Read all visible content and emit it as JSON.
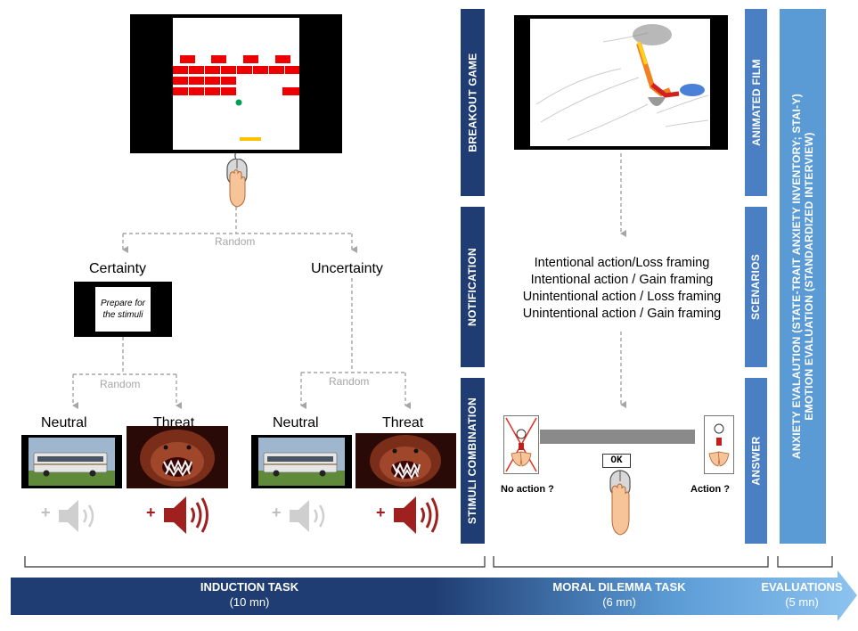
{
  "induction": {
    "random_top": "Random",
    "certainty_label": "Certainty",
    "uncertainty_label": "Uncertainty",
    "notice_text": "Prepare for the stimuli",
    "random_certainty": "Random",
    "random_uncertainty": "Random",
    "neutral_label": "Neutral",
    "threat_label": "Threat",
    "plus": "+"
  },
  "bands": {
    "breakout": "BREAKOUT GAME",
    "notification": "NOTIFICATION",
    "stimuli": "STIMULI COMBINATION",
    "film": "ANIMATED FILM",
    "scenarios": "SCENARIOS",
    "answer": "ANSWER",
    "evaluation_line1": "ANXIETY EVALAUTION (STATE-TRAIT ANXIETY INVENTORY; STAI-Y)",
    "evaluation_line2": "EMOTION EVALUATION (STANDARDIZED INTERVIEW)"
  },
  "moral": {
    "conditions": [
      "Intentional action/Loss framing",
      "Intentional action / Gain framing",
      "Unintentional action / Loss framing",
      "Unintentional action / Gain framing"
    ],
    "ok_label": "OK",
    "no_action_label": "No action ?",
    "action_label": "Action ?"
  },
  "timeline": {
    "induction_title": "INDUCTION TASK",
    "induction_time": "(10 mn)",
    "moral_title": "MORAL DILEMMA TASK",
    "moral_time": "(6 mn)",
    "eval_title": "EVALUATIONS",
    "eval_time": "(5 mn)"
  },
  "colors": {
    "navy": "#1f3d73",
    "mid_blue": "#4a7fc4",
    "light_blue": "#5b9bd5",
    "brick_red": "#ee0000",
    "paddle_yellow": "#ffc000",
    "ball_green": "#00a050",
    "threat_speaker": "#a02020",
    "neutral_speaker": "#cfcfcf"
  },
  "icons": [
    "mouse-hand-icon",
    "speaker-icon",
    "volcano-film-icon",
    "hand-button-icon"
  ]
}
